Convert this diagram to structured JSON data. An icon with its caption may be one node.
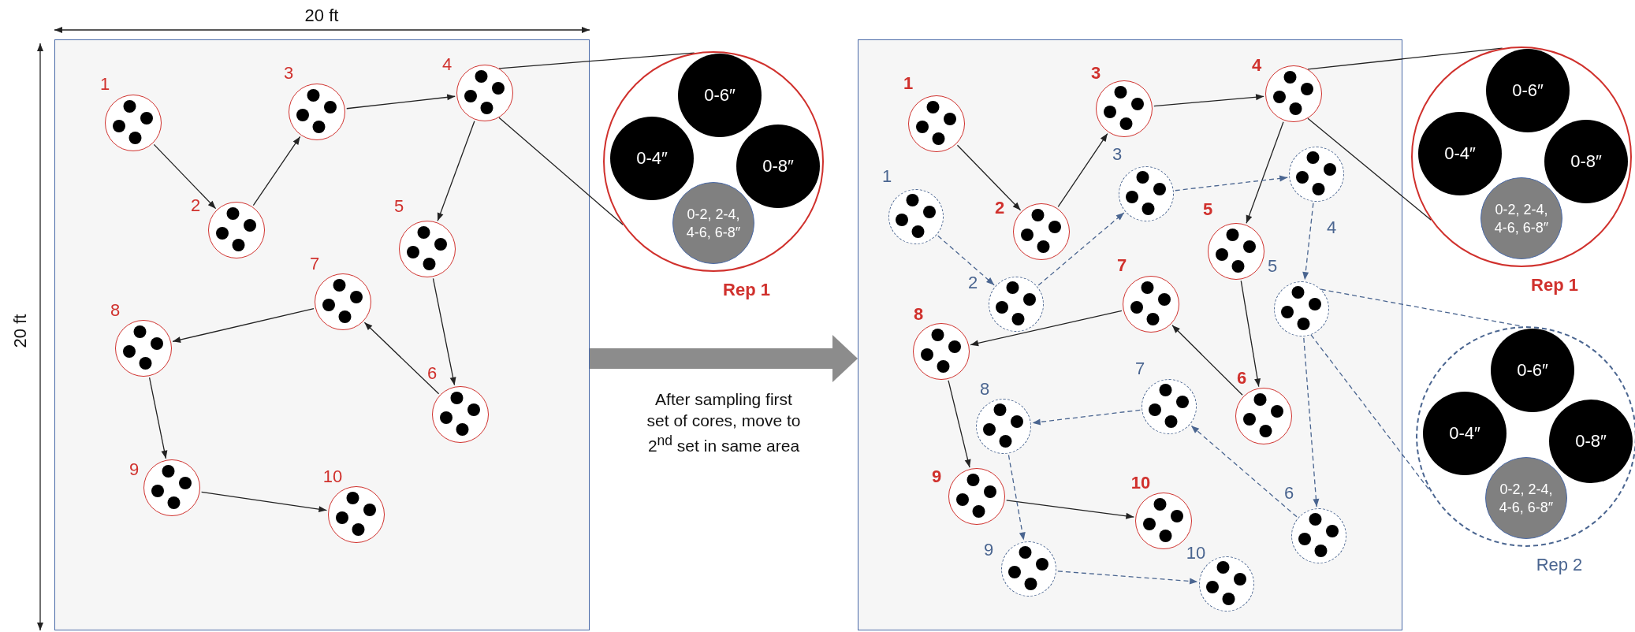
{
  "diagram": {
    "nodes": [
      {
        "text": [],
        "shape": "box"
      },
      {
        "text": [
          "1"
        ],
        "in": 0
      },
      {
        "text": [
          "2"
        ],
        "in": 0
      },
      {
        "text": [
          "3"
        ],
        "in": 0
      },
      {
        "text": [
          "4"
        ],
        "in": 0
      },
      {
        "text": [
          "5"
        ],
        "in": 0
      },
      {
        "text": [
          "6"
        ],
        "in": 0
      },
      {
        "text": [
          "7"
        ],
        "in": 0
      },
      {
        "text": [
          "8"
        ],
        "in": 0
      },
      {
        "text": [
          "9"
        ],
        "in": 0
      },
      {
        "text": [
          "10"
        ],
        "in": 0
      },
      {
        "text": [
          "Rep 1"
        ]
      },
      {
        "text": [
          "0-6″"
        ],
        "in": 11
      },
      {
        "text": [
          "0-4″"
        ],
        "in": 11
      },
      {
        "text": [
          "0-8″"
        ],
        "in": 11
      },
      {
        "text": [
          "0-2, 2-4, 4-6, 6-8″"
        ],
        "in": 11
      },
      {
        "text": [],
        "shape": "box"
      },
      {
        "text": [
          "1"
        ],
        "in": 16
      },
      {
        "text": [
          "2"
        ],
        "in": 16
      },
      {
        "text": [
          "3"
        ],
        "in": 16
      },
      {
        "text": [
          "4"
        ],
        "in": 16
      },
      {
        "text": [
          "5"
        ],
        "in": 16
      },
      {
        "text": [
          "6"
        ],
        "in": 16
      },
      {
        "text": [
          "7"
        ],
        "in": 16
      },
      {
        "text": [
          "8"
        ],
        "in": 16
      },
      {
        "text": [
          "9"
        ],
        "in": 16
      },
      {
        "text": [
          "10"
        ],
        "in": 16
      },
      {
        "text": [
          "1"
        ],
        "in": 16
      },
      {
        "text": [
          "2"
        ],
        "in": 16
      },
      {
        "text": [
          "3"
        ],
        "in": 16
      },
      {
        "text": [
          "4"
        ],
        "in": 16
      },
      {
        "text": [
          "5"
        ],
        "in": 16
      },
      {
        "text": [
          "6"
        ],
        "in": 16
      },
      {
        "text": [
          "7"
        ],
        "in": 16
      },
      {
        "text": [
          "8"
        ],
        "in": 16
      },
      {
        "text": [
          "9"
        ],
        "in": 16
      },
      {
        "text": [
          "10"
        ],
        "in": 16
      },
      {
        "text": [
          "Rep 1"
        ]
      },
      {
        "text": [
          "0-6″"
        ],
        "in": 37
      },
      {
        "text": [
          "0-4″"
        ],
        "in": 37
      },
      {
        "text": [
          "0-8″"
        ],
        "in": 37
      },
      {
        "text": [
          "0-2, 2-4, 4-6, 6-8″"
        ],
        "in": 37
      },
      {
        "text": [
          "Rep 2"
        ]
      },
      {
        "text": [
          "0-6″"
        ],
        "in": 42
      },
      {
        "text": [
          "0-4″"
        ],
        "in": 42
      },
      {
        "text": [
          "0-8″"
        ],
        "in": 42
      },
      {
        "text": [
          "0-2, 2-4, 4-6, 6-8″"
        ],
        "in": 42
      }
    ],
    "edges": [
      {
        "from": 1,
        "to": 2,
        "arrow": "to"
      },
      {
        "from": 2,
        "to": 3,
        "arrow": "to"
      },
      {
        "from": 3,
        "to": 4,
        "arrow": "to"
      },
      {
        "from": 4,
        "to": 5,
        "arrow": "to"
      },
      {
        "from": 5,
        "to": 6,
        "arrow": "to"
      },
      {
        "from": 6,
        "to": 7,
        "arrow": "to"
      },
      {
        "from": 7,
        "to": 8,
        "arrow": "to"
      },
      {
        "from": 8,
        "to": 9,
        "arrow": "to"
      },
      {
        "from": 9,
        "to": 10,
        "arrow": "to"
      },
      {
        "from": 4,
        "to": 11,
        "arrow": "none"
      },
      {
        "from": 4,
        "to": 11,
        "arrow": "none"
      },
      {
        "from": 0,
        "to": 16,
        "arrow": "to",
        "label": "After sampling first set of cores, move to 2$^{nd}$ set in same area",
        "style": "thick",
        "color": "#8c8c8c"
      },
      {
        "from": 17,
        "to": 18,
        "arrow": "to"
      },
      {
        "from": 18,
        "to": 19,
        "arrow": "to"
      },
      {
        "from": 19,
        "to": 20,
        "arrow": "to"
      },
      {
        "from": 20,
        "to": 21,
        "arrow": "to"
      },
      {
        "from": 21,
        "to": 22,
        "arrow": "to"
      },
      {
        "from": 22,
        "to": 23,
        "arrow": "to"
      },
      {
        "from": 23,
        "to": 24,
        "arrow": "to"
      },
      {
        "from": 24,
        "to": 25,
        "arrow": "to"
      },
      {
        "from": 25,
        "to": 26,
        "arrow": "to"
      },
      {
        "from": 20,
        "to": 37,
        "arrow": "none"
      },
      {
        "from": 20,
        "to": 37,
        "arrow": "none"
      },
      {
        "from": 27,
        "to": 28,
        "arrow": "to",
        "style": "dashed",
        "color": "#4a6590"
      },
      {
        "from": 28,
        "to": 29,
        "arrow": "to",
        "style": "dashed",
        "color": "#4a6590"
      },
      {
        "from": 29,
        "to": 30,
        "arrow": "to",
        "style": "dashed",
        "color": "#4a6590"
      },
      {
        "from": 30,
        "to": 31,
        "arrow": "to",
        "style": "dashed",
        "color": "#4a6590"
      },
      {
        "from": 31,
        "to": 32,
        "arrow": "to",
        "style": "dashed",
        "color": "#4a6590"
      },
      {
        "from": 32,
        "to": 33,
        "arrow": "to",
        "style": "dashed",
        "color": "#4a6590"
      },
      {
        "from": 33,
        "to": 34,
        "arrow": "to",
        "style": "dashed",
        "color": "#4a6590"
      },
      {
        "from": 34,
        "to": 35,
        "arrow": "to",
        "style": "dashed",
        "color": "#4a6590"
      },
      {
        "from": 35,
        "to": 36,
        "arrow": "to",
        "style": "dashed",
        "color": "#4a6590"
      },
      {
        "from": 31,
        "to": 42,
        "arrow": "none",
        "style": "dashed",
        "color": "#4a6590"
      },
      {
        "from": 31,
        "to": 42,
        "arrow": "none",
        "style": "dashed",
        "color": "#4a6590"
      }
    ],
    "labels": [
      "20 ft",
      "20 ft"
    ]
  }
}
